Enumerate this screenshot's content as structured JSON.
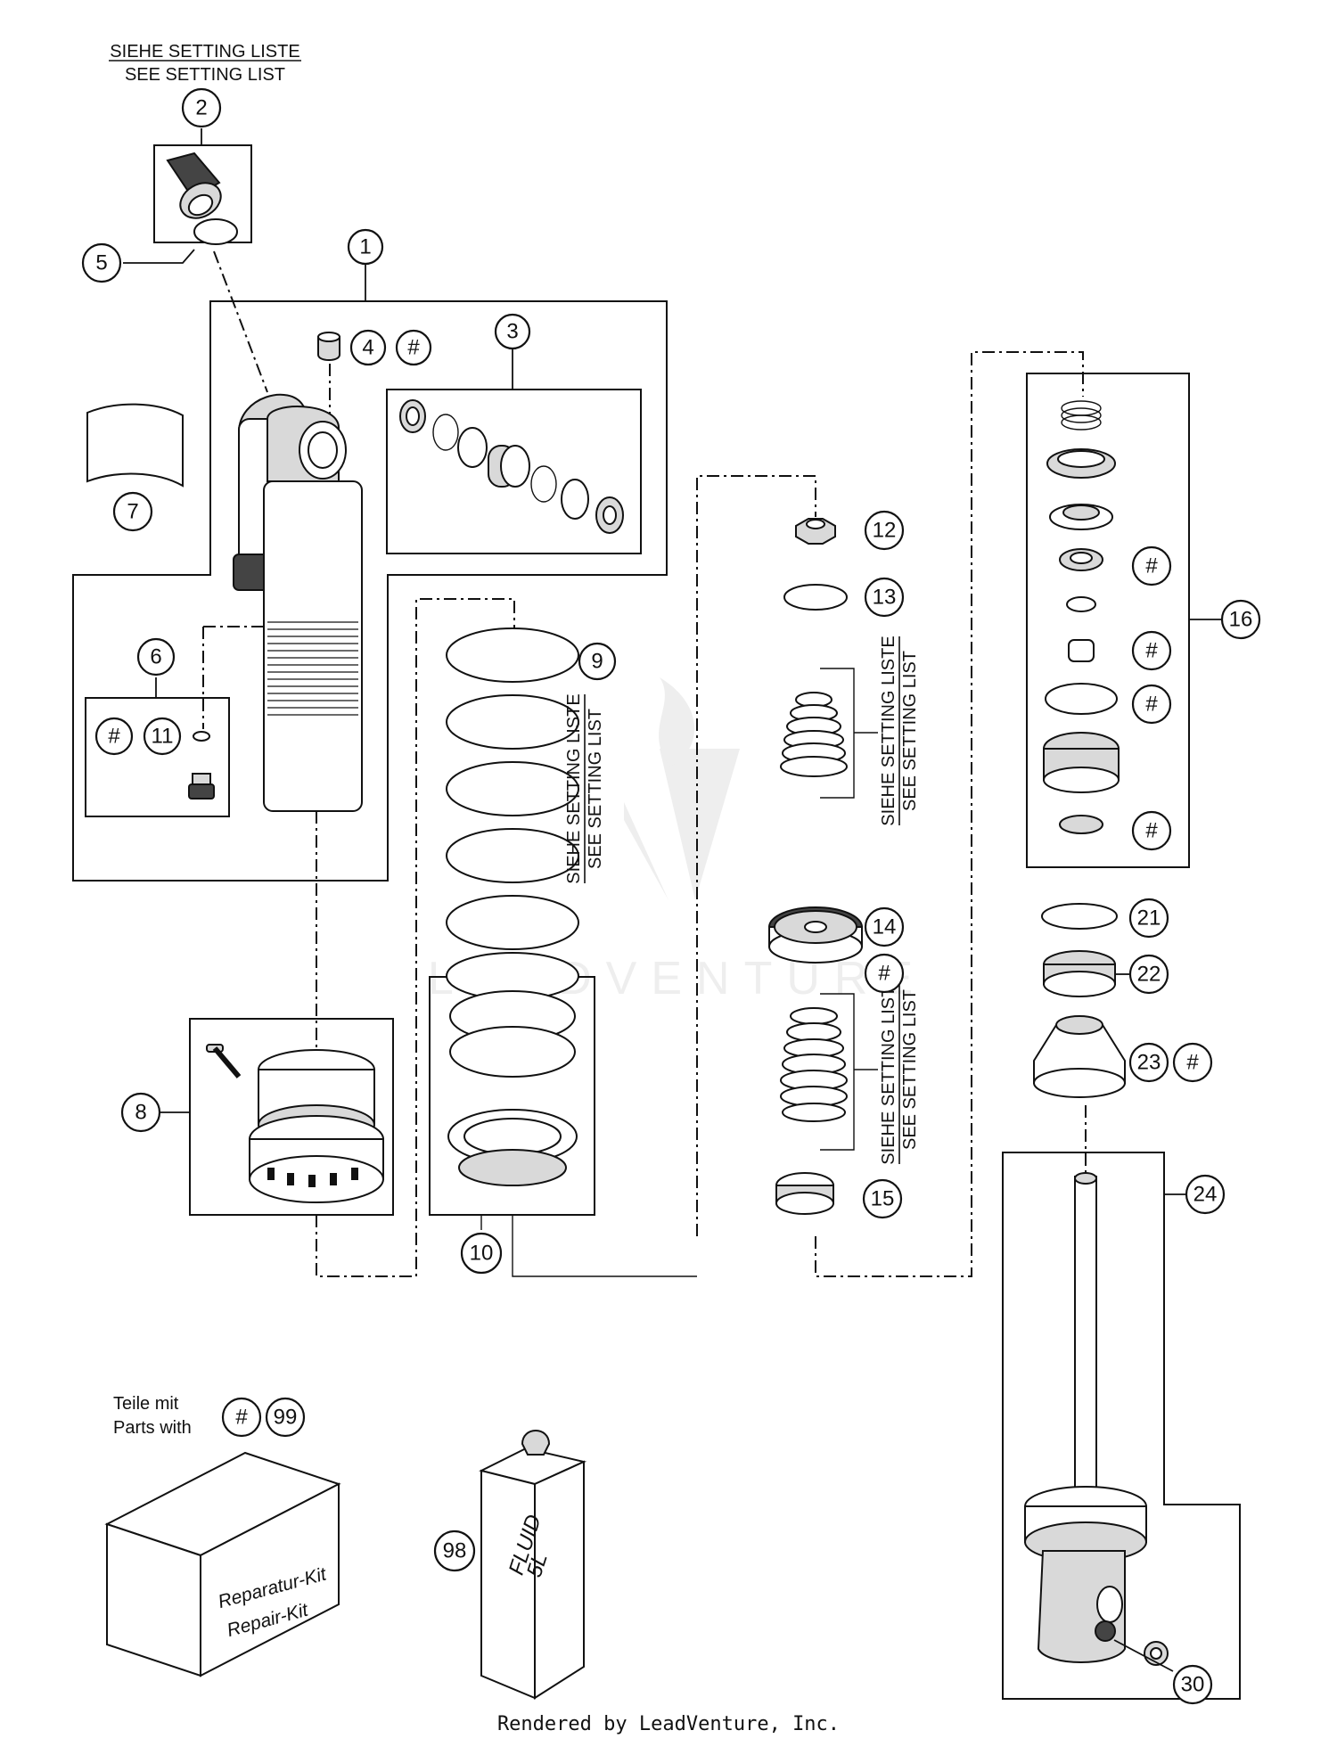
{
  "top_note": {
    "de": "SIEHE SETTING LISTE",
    "en": "SEE SETTING LIST"
  },
  "side_notes": [
    {
      "de": "SIEHE SETTING LISTE",
      "en": "SEE SETTING LIST"
    },
    {
      "de": "SIEHE SETTING LISTE",
      "en": "SEE SETTING LIST"
    },
    {
      "de": "SIEHE SETTING LISTE",
      "en": "SEE SETTING LIST"
    }
  ],
  "callouts": [
    "1",
    "2",
    "3",
    "4",
    "5",
    "6",
    "7",
    "8",
    "9",
    "10",
    "11",
    "12",
    "13",
    "14",
    "15",
    "16",
    "21",
    "22",
    "23",
    "24",
    "30",
    "98",
    "99"
  ],
  "hash": "#",
  "kit": {
    "label_de": "Teile mit",
    "label_en": "Parts with",
    "box_de": "Reparatur-Kit",
    "box_en": "Repair-Kit"
  },
  "fluid": {
    "line1": "FLUID",
    "line2": "5L"
  },
  "watermark": "LEADVENTURE",
  "footer": "Rendered by LeadVenture, Inc."
}
